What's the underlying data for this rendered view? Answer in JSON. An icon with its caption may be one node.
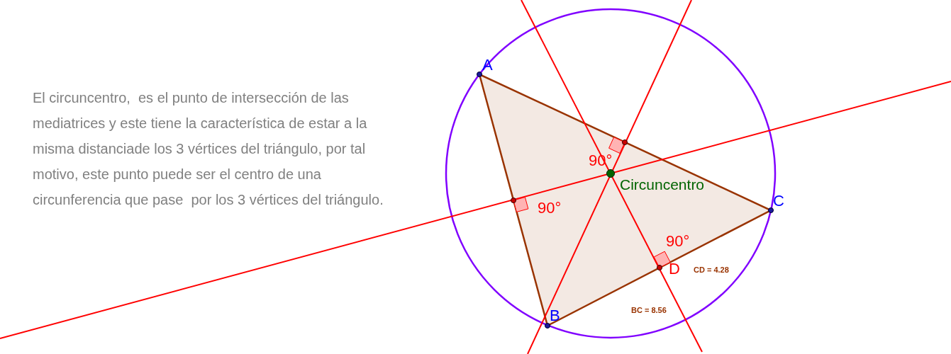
{
  "diagram": {
    "labels": [
      "El circuncentro,  es el punto de intersección de las mediatrices y este tiene la característica de estar a la misma distanciade los 3 vértices del triángulo, por tal motivo, este punto puede ser el centro de una circunferencia que pase  por los 3 vértices del triángulo.",
      "A",
      "90°",
      "90°",
      "Circuncentro",
      "C",
      "90°",
      "D",
      "CD = 4.28",
      "BC = 8.56",
      "B"
    ]
  }
}
